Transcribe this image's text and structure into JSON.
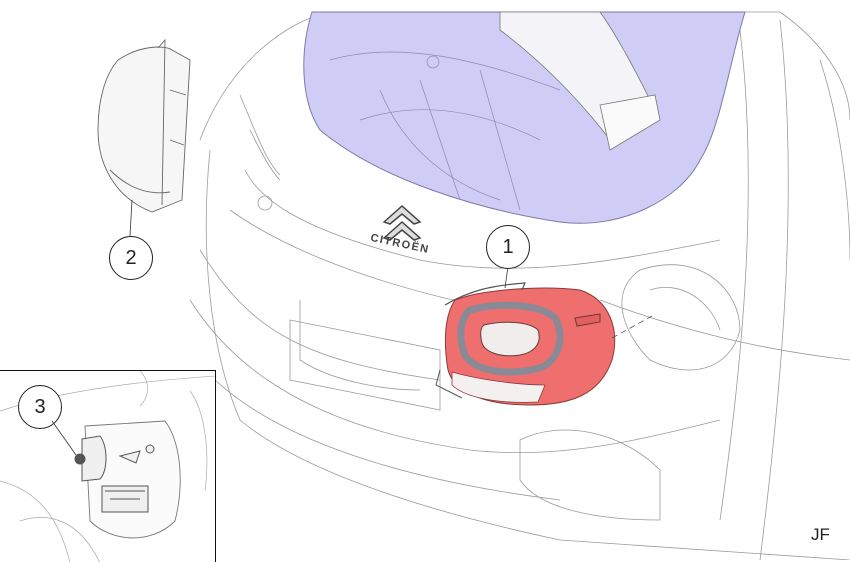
{
  "figure": {
    "subject": "Rear of vehicle with tailgate and rear lamp assemblies (exploded technical illustration)",
    "brand_badge": "CITROËN",
    "author_initials": "JF",
    "colors": {
      "rear_window": "#c9c8f2",
      "highlighted_lamp": "#ef6e6e",
      "lamp_light_bar": "#8a8a96",
      "line_art": "#888888",
      "callout_stroke": "#222222"
    }
  },
  "callouts": [
    {
      "number": "1",
      "target": "rear-lamp-assembly-highlighted"
    },
    {
      "number": "2",
      "target": "rear-lamp-removed"
    },
    {
      "number": "3",
      "target": "bulb-holder-detail"
    }
  ],
  "inset": {
    "label": "3",
    "content": "Bulb holder and connector detail"
  }
}
